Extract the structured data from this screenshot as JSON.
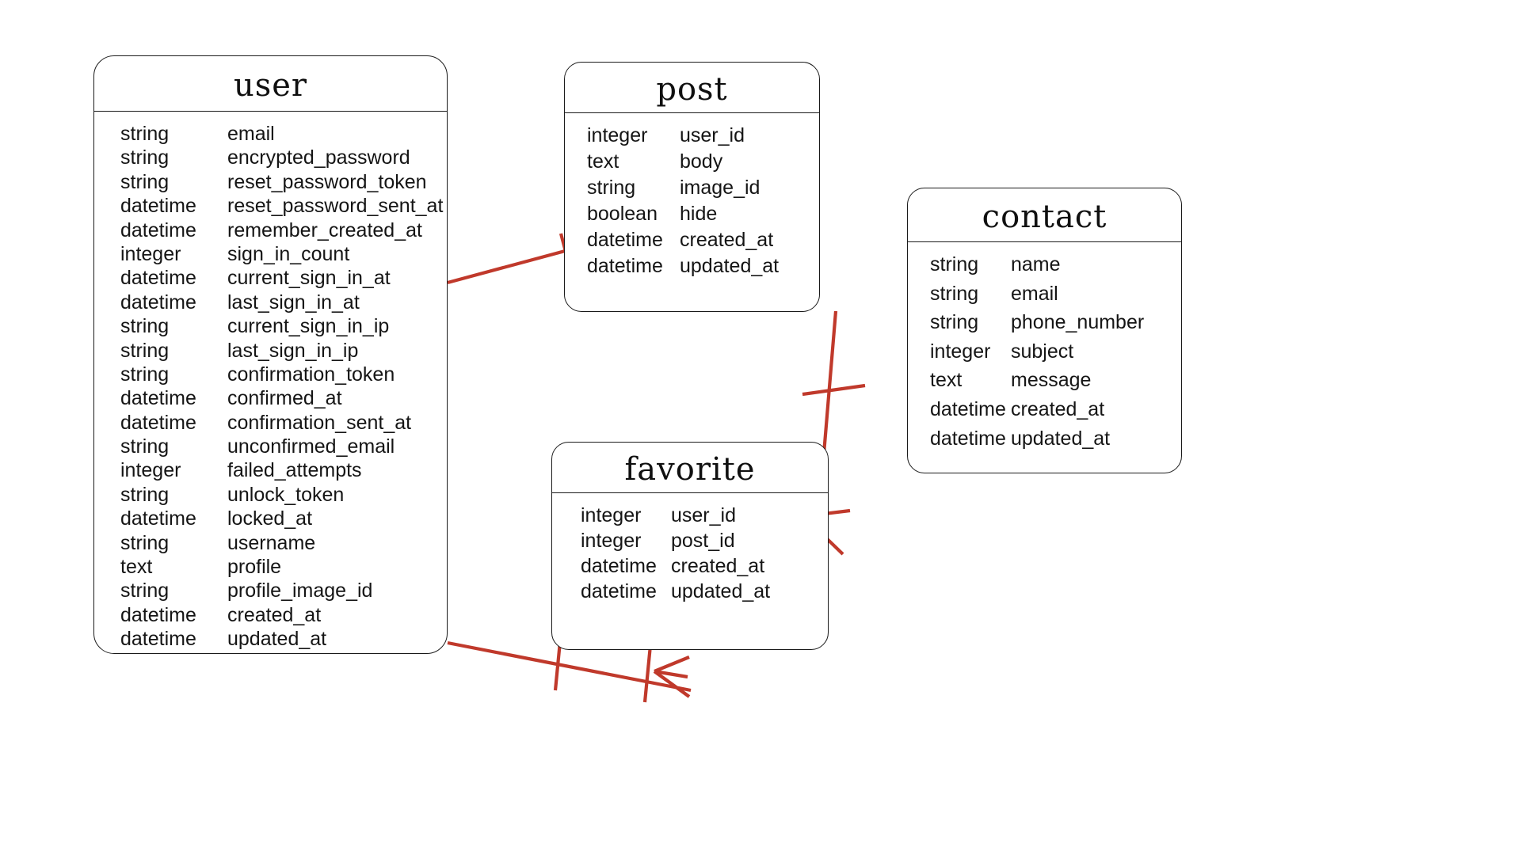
{
  "diagram": {
    "type": "entity-relationship",
    "notation": "crow's-foot",
    "background_color": "#ffffff",
    "entity_border_color": "#1a1a1a",
    "relation_color": "#c0392b",
    "text_color": "#151515"
  },
  "entities": [
    {
      "name": "user",
      "fields": [
        {
          "type": "string",
          "name": "email"
        },
        {
          "type": "string",
          "name": "encrypted_password"
        },
        {
          "type": "string",
          "name": "reset_password_token"
        },
        {
          "type": "datetime",
          "name": "reset_password_sent_at"
        },
        {
          "type": "datetime",
          "name": "remember_created_at"
        },
        {
          "type": "integer",
          "name": "sign_in_count"
        },
        {
          "type": "datetime",
          "name": "current_sign_in_at"
        },
        {
          "type": "datetime",
          "name": "last_sign_in_at"
        },
        {
          "type": "string",
          "name": "current_sign_in_ip"
        },
        {
          "type": "string",
          "name": "last_sign_in_ip"
        },
        {
          "type": "string",
          "name": "confirmation_token"
        },
        {
          "type": "datetime",
          "name": "confirmed_at"
        },
        {
          "type": "datetime",
          "name": "confirmation_sent_at"
        },
        {
          "type": "string",
          "name": "unconfirmed_email"
        },
        {
          "type": "integer",
          "name": "failed_attempts"
        },
        {
          "type": "string",
          "name": "unlock_token"
        },
        {
          "type": "datetime",
          "name": "locked_at"
        },
        {
          "type": "string",
          "name": "username"
        },
        {
          "type": "text",
          "name": "profile"
        },
        {
          "type": "string",
          "name": "profile_image_id"
        },
        {
          "type": "datetime",
          "name": "created_at"
        },
        {
          "type": "datetime",
          "name": "updated_at"
        }
      ]
    },
    {
      "name": "post",
      "fields": [
        {
          "type": "integer",
          "name": "user_id"
        },
        {
          "type": "text",
          "name": "body"
        },
        {
          "type": "string",
          "name": "image_id"
        },
        {
          "type": "boolean",
          "name": "hide"
        },
        {
          "type": "datetime",
          "name": "created_at"
        },
        {
          "type": "datetime",
          "name": "updated_at"
        }
      ]
    },
    {
      "name": "favorite",
      "fields": [
        {
          "type": "integer",
          "name": "user_id"
        },
        {
          "type": "integer",
          "name": "post_id"
        },
        {
          "type": "datetime",
          "name": "created_at"
        },
        {
          "type": "datetime",
          "name": "updated_at"
        }
      ]
    },
    {
      "name": "contact",
      "fields": [
        {
          "type": "string",
          "name": "name"
        },
        {
          "type": "string",
          "name": "email"
        },
        {
          "type": "string",
          "name": "phone_number"
        },
        {
          "type": "integer",
          "name": "subject"
        },
        {
          "type": "text",
          "name": "message"
        },
        {
          "type": "datetime",
          "name": "created_at"
        },
        {
          "type": "datetime",
          "name": "updated_at"
        }
      ]
    }
  ],
  "relationships": [
    {
      "from": "user",
      "to": "post",
      "from_cardinality": "one",
      "to_cardinality": "many"
    },
    {
      "from": "post",
      "to": "favorite",
      "from_cardinality": "one",
      "to_cardinality": "many"
    },
    {
      "from": "user",
      "to": "favorite",
      "from_cardinality": "one",
      "to_cardinality": "many"
    }
  ]
}
